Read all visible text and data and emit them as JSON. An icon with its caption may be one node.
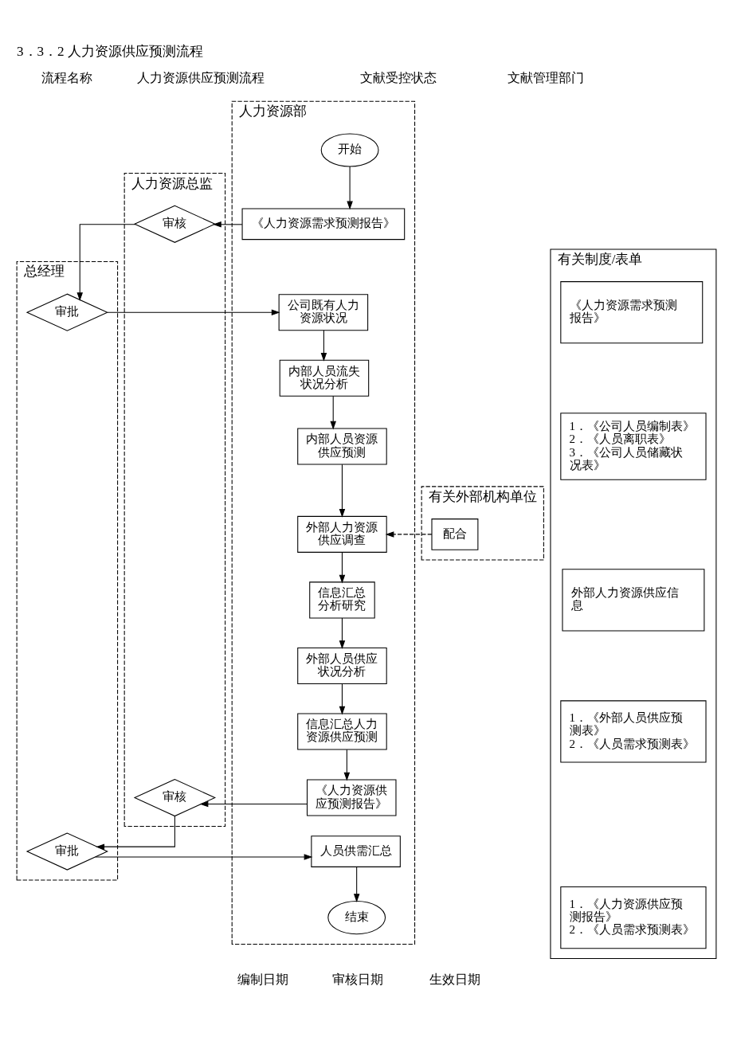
{
  "diagram": {
    "title": "3．3．2 人力资源供应预测流程",
    "nodes": [
      {
        "text": [
          "总经理"
        ]
      },
      {
        "text": [
          "人力资源总监"
        ]
      },
      {
        "text": [
          "人力资源部"
        ]
      },
      {
        "text": [
          "有关外部机构单位"
        ]
      },
      {
        "text": [
          "有关制度/表单"
        ]
      },
      {
        "text": [
          "开始"
        ],
        "in": 2
      },
      {
        "text": [
          "《人力资源需求预测报告》"
        ],
        "in": 2
      },
      {
        "text": [
          "审核"
        ],
        "in": 1
      },
      {
        "text": [
          "审批"
        ],
        "in": 0
      },
      {
        "text": [
          "公司既有人力资源状况"
        ],
        "in": 2
      },
      {
        "text": [
          "内部人员流失状况分析"
        ],
        "in": 2
      },
      {
        "text": [
          "内部人员资源供应预测"
        ],
        "in": 2
      },
      {
        "text": [
          "外部人力资源供应调查"
        ],
        "in": 2
      },
      {
        "text": [
          "配合"
        ],
        "in": 3
      },
      {
        "text": [
          "信息汇总分析研究"
        ],
        "in": 2
      },
      {
        "text": [
          "外部人员供应状况分析"
        ],
        "in": 2
      },
      {
        "text": [
          "信息汇总人力资源供应预测"
        ],
        "in": 2
      },
      {
        "text": [
          "《人力资源供应预测报告》"
        ],
        "in": 2
      },
      {
        "text": [
          "审核"
        ],
        "in": 1
      },
      {
        "text": [
          "审批"
        ],
        "in": 0
      },
      {
        "text": [
          "人员供需汇总"
        ],
        "in": 2
      },
      {
        "text": [
          "结束"
        ],
        "in": 2
      },
      {
        "text": [
          "《人力资源需求预测报告》"
        ],
        "in": 4
      },
      {
        "text": [
          "1．《公司人员编制表》",
          "2．《人员离职表》",
          "3．《公司人员储藏状况表》"
        ],
        "in": 4
      },
      {
        "text": [
          "外部人力资源供应信息"
        ],
        "in": 4
      },
      {
        "text": [
          "1．《外部人员供应预测表》",
          "2．《人员需求预测表》"
        ],
        "in": 4
      },
      {
        "text": [
          "1．《人力资源供应预测报告》",
          "2．《人员需求预测表》"
        ],
        "in": 4
      }
    ],
    "edges": [
      {
        "from": 5,
        "to": 6,
        "arrow": "to"
      },
      {
        "from": 6,
        "to": 7,
        "arrow": "to"
      },
      {
        "from": 7,
        "to": 8,
        "arrow": "to"
      },
      {
        "from": 8,
        "to": 9,
        "arrow": "to"
      },
      {
        "from": 9,
        "to": 10,
        "arrow": "to"
      },
      {
        "from": 10,
        "to": 11,
        "arrow": "to"
      },
      {
        "from": 11,
        "to": 12,
        "arrow": "to"
      },
      {
        "from": 13,
        "to": 12,
        "arrow": "to",
        "style": "dashed"
      },
      {
        "from": 12,
        "to": 14,
        "arrow": "to"
      },
      {
        "from": 14,
        "to": 15,
        "arrow": "to"
      },
      {
        "from": 15,
        "to": 16,
        "arrow": "to"
      },
      {
        "from": 16,
        "to": 17,
        "arrow": "to"
      },
      {
        "from": 17,
        "to": 18,
        "arrow": "to"
      },
      {
        "from": 18,
        "to": 19,
        "arrow": "to"
      },
      {
        "from": 19,
        "to": 20,
        "arrow": "to"
      },
      {
        "from": 20,
        "to": 21,
        "arrow": "to"
      }
    ],
    "labels": [
      "流程名称",
      "人力资源供应预测流程",
      "文献受控状态",
      "文献管理部门",
      "编制日期",
      "审核日期",
      "生效日期"
    ]
  }
}
